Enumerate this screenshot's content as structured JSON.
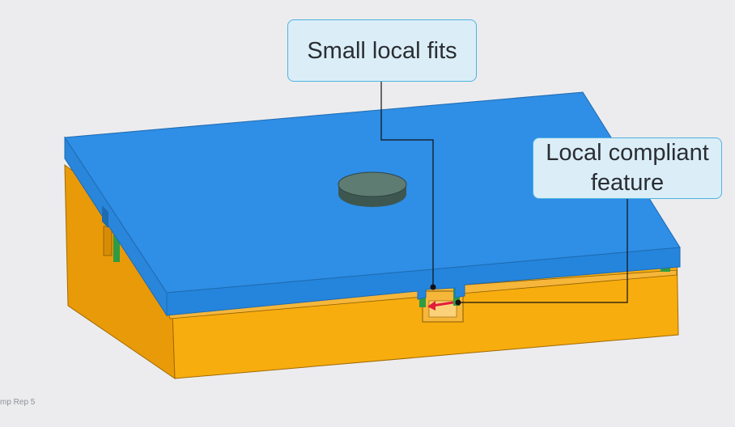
{
  "callouts": {
    "small_local_fits": "Small local fits",
    "local_compliant_feature_line1": "Local compliant",
    "local_compliant_feature_line2": "feature"
  },
  "status": {
    "label": "mp Rep 5"
  },
  "colors": {
    "background": "#ececef",
    "lid": "#2f8ee6",
    "base": "#f8ad0f",
    "button": "#47635b",
    "callout_fill": "#dbeef7",
    "callout_border": "#4fb3df",
    "arrow": "#e11d3b",
    "leader_line": "#111111"
  }
}
